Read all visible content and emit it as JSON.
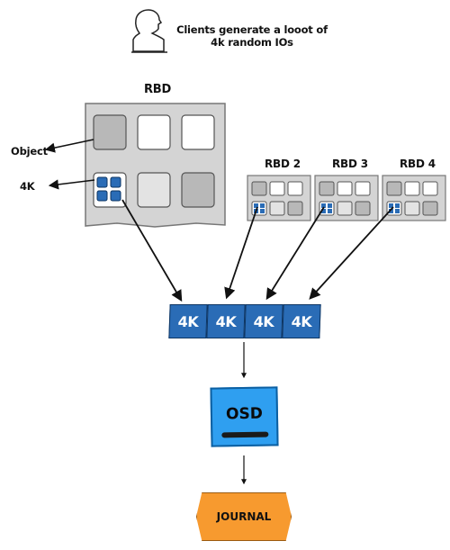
{
  "client": {
    "text": "Clients generate a looot of 4k random IOs",
    "icon": "person-head-icon"
  },
  "rbd_main": {
    "label": "RBD",
    "object_label": "Object",
    "fourk_label": "4K"
  },
  "rbd_small": [
    {
      "label": "RBD 2"
    },
    {
      "label": "RBD 3"
    },
    {
      "label": "RBD 4"
    }
  ],
  "blocks": [
    "4K",
    "4K",
    "4K",
    "4K"
  ],
  "osd": {
    "label": "OSD"
  },
  "journal": {
    "label": "JOURNAL"
  },
  "colors": {
    "block_blue": "#2a6cb6",
    "osd_blue": "#2f9ff0",
    "journal_orange": "#f79a2f",
    "rbd_gray": "#d4d4d4"
  }
}
